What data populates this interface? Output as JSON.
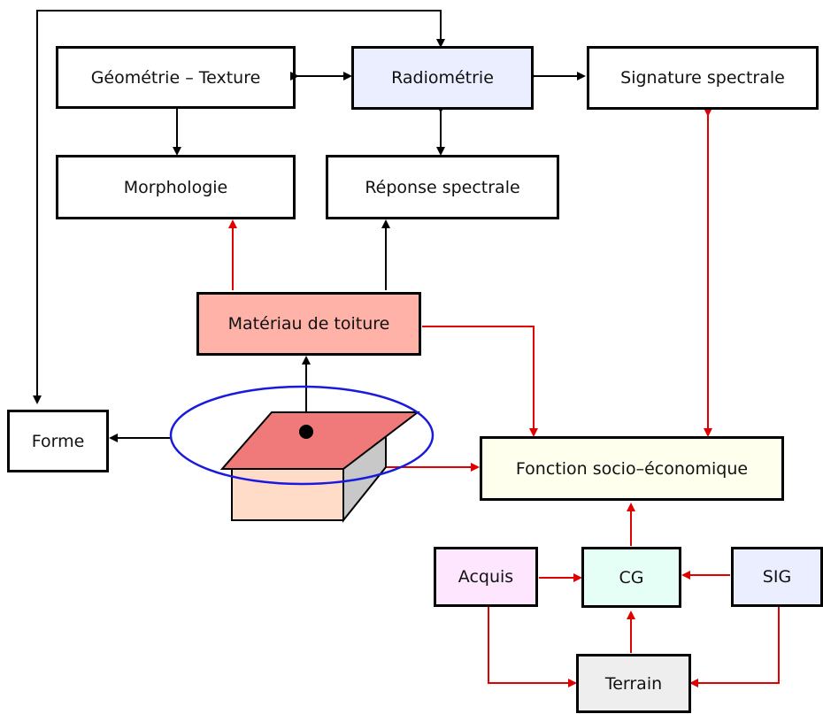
{
  "nodes": {
    "geometrie_texture": {
      "label": "Géométrie – Texture",
      "fill": "#ffffff"
    },
    "radiometrie": {
      "label": "Radiométrie",
      "fill": "#eaeeff"
    },
    "signature_spectrale": {
      "label": "Signature spectrale",
      "fill": "#ffffff"
    },
    "morphologie": {
      "label": "Morphologie",
      "fill": "#ffffff"
    },
    "reponse_spectrale": {
      "label": "Réponse spectrale",
      "fill": "#ffffff"
    },
    "materiau_toiture": {
      "label": "Matériau de toiture",
      "fill": "#ffb2a8"
    },
    "forme": {
      "label": "Forme",
      "fill": "#ffffff"
    },
    "fonction_socio": {
      "label": "Fonction socio–économique",
      "fill": "#ffffee"
    },
    "acquis": {
      "label": "Acquis",
      "fill": "#ffe6ff"
    },
    "cg": {
      "label": "CG",
      "fill": "#e6fff6"
    },
    "sig": {
      "label": "SIG",
      "fill": "#eaeeff"
    },
    "terrain": {
      "label": "Terrain",
      "fill": "#eeeeee"
    }
  },
  "colors": {
    "black_arrow": "#000000",
    "red_arrow": "#e00000",
    "ellipse": "#1a1adf",
    "roof": "#f07a7a",
    "wall_front": "#ffdcc8",
    "wall_side": "#c8c8c8"
  }
}
